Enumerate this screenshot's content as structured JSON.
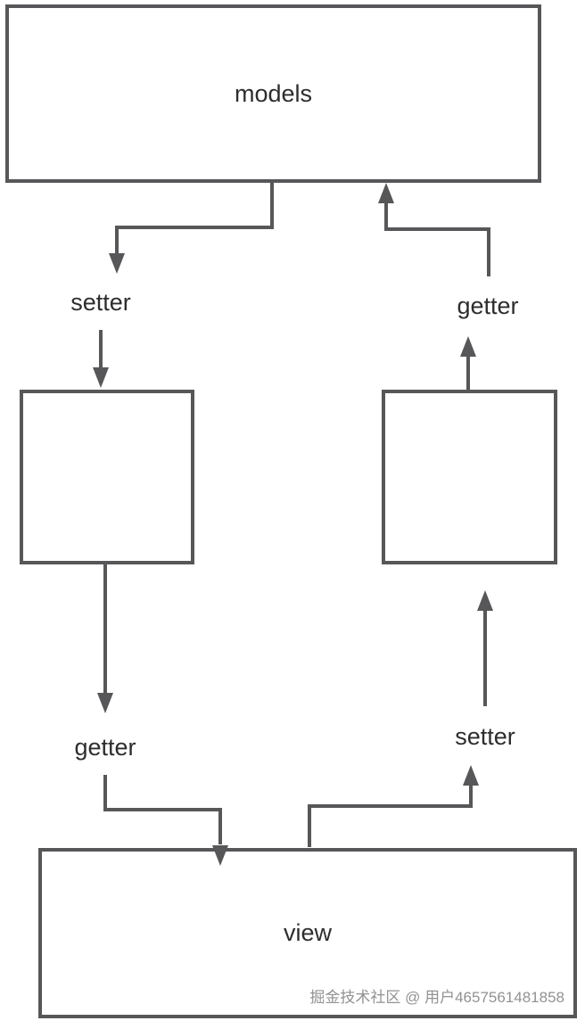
{
  "nodes": {
    "models": "models",
    "view": "view"
  },
  "labels": {
    "setter_left": "setter",
    "getter_right": "getter",
    "getter_left": "getter",
    "setter_right": "setter"
  },
  "watermark": "掘金技术社区 @ 用户4657561481858",
  "colors": {
    "line": "#57575a",
    "label_text": "#2d2d2d",
    "watermark_text": "#929292",
    "background": "#ffffff"
  }
}
